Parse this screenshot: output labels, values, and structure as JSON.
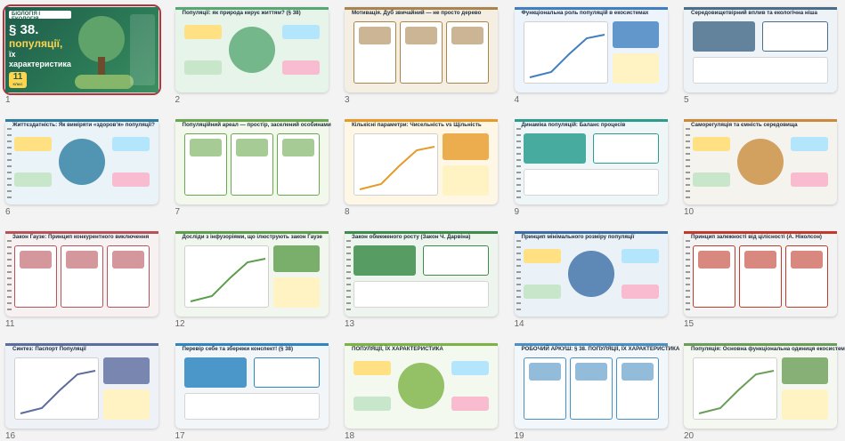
{
  "slides": [
    {
      "num": "1",
      "title": "",
      "selected": true
    },
    {
      "num": "2",
      "title": "Популяції: як природа керує життям? (§ 38)"
    },
    {
      "num": "3",
      "title": "Мотивація. Дуб звичайний — не просто дерево"
    },
    {
      "num": "4",
      "title": "Функціональна роль популяцій в екосистемах"
    },
    {
      "num": "5",
      "title": "Середовищетвірний вплив та екологічна ніша"
    },
    {
      "num": "6",
      "title": "Життєздатність: Як виміряти «здоров'я» популяції?"
    },
    {
      "num": "7",
      "title": "Популяційний ареал — простір, заселений особинами"
    },
    {
      "num": "8",
      "title": "Кількісні параметри: Чисельність vs Щільність"
    },
    {
      "num": "9",
      "title": "Динаміка популяцій: Баланс процесів"
    },
    {
      "num": "10",
      "title": "Саморегуляція та ємність середовища"
    },
    {
      "num": "11",
      "title": "Закон Гаузе: Принцип конкурентного виключення"
    },
    {
      "num": "12",
      "title": "Досліди з інфузоріями, що ілюструють закон Гаузе"
    },
    {
      "num": "13",
      "title": "Закон обмеженого росту (Закон Ч. Дарвіна)"
    },
    {
      "num": "14",
      "title": "Принцип мінімального розміру популяції"
    },
    {
      "num": "15",
      "title": "Принцип залежності від цілісності (А. Ніколсон)"
    },
    {
      "num": "16",
      "title": "Синтез: Паспорт Популяції"
    },
    {
      "num": "17",
      "title": "Перевір себе та збережи конспект! (§ 38)"
    },
    {
      "num": "18",
      "title": "ПОПУЛЯЦІЇ, ЇХ ХАРАКТЕРИСТИКА"
    },
    {
      "num": "19",
      "title": "РОБОЧИЙ АРКУШ: § 38. ПОПУЛЯЦІЇ, ЇХ ХАРАКТЕРИСТИКА"
    },
    {
      "num": "20",
      "title": "Популяція: Основна функціональна одиниця екосистем"
    }
  ],
  "slide1": {
    "header": "БІОЛОГІЯ І ЕКОЛОГІЯ",
    "section": "§ 38.",
    "line1": "популяції,",
    "line2": "їх",
    "line3": "характеристика",
    "grade": "11",
    "grade_label": "КЛАС"
  },
  "colors": {
    "selection": "#b0343c",
    "slide1_bg": "#1f5c4a"
  }
}
